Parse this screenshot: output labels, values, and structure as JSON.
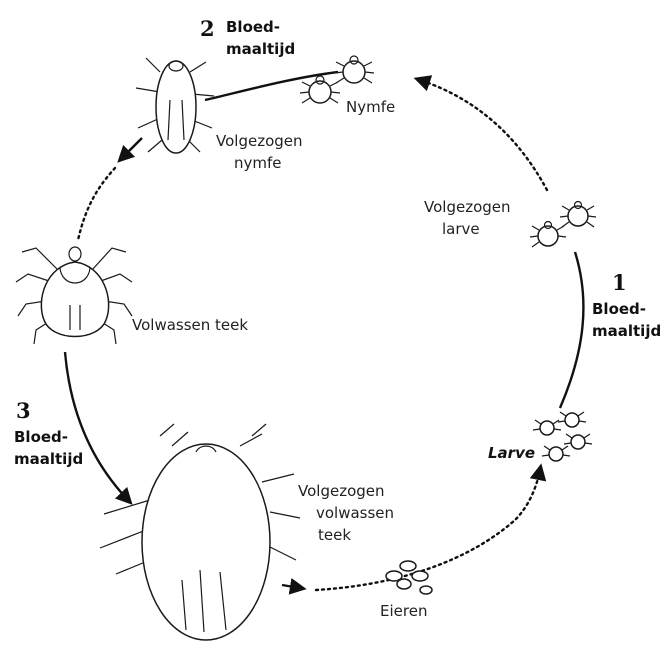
{
  "labels": {
    "stage2_number": "2",
    "stage2_meal_line1": "Bloed-",
    "stage2_meal_line2": "maaltijd",
    "nymph": "Nymfe",
    "engorged_nymph_line1": "Volgezogen",
    "engorged_nymph_line2": "nymfe",
    "engorged_larva_line1": "Volgezogen",
    "engorged_larva_line2": "larve",
    "stage1_number": "1",
    "stage1_meal_line1": "Bloed-",
    "stage1_meal_line2": "maaltijd",
    "adult": "Volwassen teek",
    "stage3_number": "3",
    "stage3_meal_line1": "Bloed-",
    "stage3_meal_line2": "maaltijd",
    "larva": "Larve",
    "engorged_adult_line1": "Volgezogen",
    "engorged_adult_line2": "volwassen",
    "engorged_adult_line3": "teek",
    "eggs": "Eieren"
  },
  "colors": {
    "ink": "#1a1a1a",
    "background": "#ffffff"
  }
}
